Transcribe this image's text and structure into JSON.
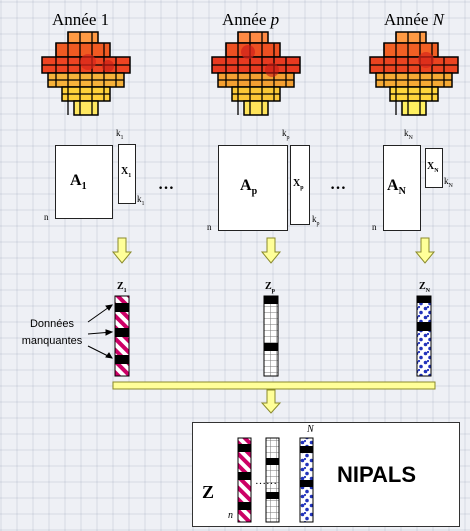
{
  "years": [
    {
      "prefix": "Année ",
      "var": "1",
      "var_italic": false
    },
    {
      "prefix": "Année ",
      "var": "p",
      "var_italic": true
    },
    {
      "prefix": "Année ",
      "var": "N",
      "var_italic": true
    }
  ],
  "matrices": [
    {
      "A": "A",
      "A_sub": "1",
      "X": "X",
      "X_sub": "1",
      "k": "k",
      "k_sub": "1",
      "n": "n",
      "Z": "Z",
      "Z_sub": "1"
    },
    {
      "A": "A",
      "A_sub": "p",
      "X": "X",
      "X_sub": "p",
      "k": "k",
      "k_sub": "p",
      "n": "n",
      "Z": "Z",
      "Z_sub": "p"
    },
    {
      "A": "A",
      "A_sub": "N",
      "X": "X",
      "X_sub": "N",
      "k": "k",
      "k_sub": "N",
      "n": "n",
      "Z": "Z",
      "Z_sub": "N"
    }
  ],
  "ellipsis": "…",
  "missing_data_label": [
    "Données",
    "manquantes"
  ],
  "final": {
    "Z": "Z",
    "N": "N",
    "n": "n",
    "method": "NIPALS",
    "dots": "……"
  },
  "colors": {
    "arrow_fill": "#ffff99",
    "arrow_stroke": "#8a8a2a",
    "pattern1": "#cc0066",
    "pattern3": "#2233bb"
  }
}
